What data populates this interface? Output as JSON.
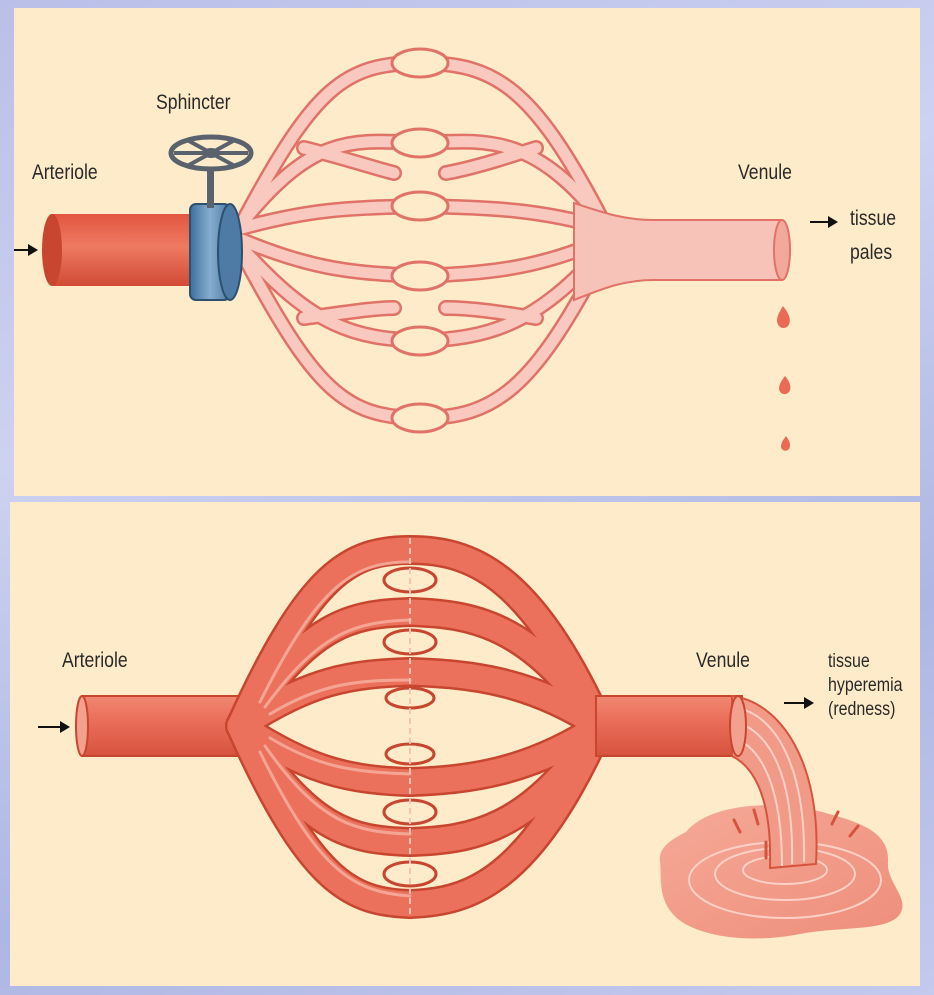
{
  "top_diagram": {
    "sphincter_label": "Sphincter",
    "arteriole_label": "Arteriole",
    "venule_label": "Venule",
    "outcome_line1": "tissue",
    "outcome_line2": "pales"
  },
  "bottom_diagram": {
    "arteriole_label": "Arteriole",
    "venule_label": "Venule",
    "outcome_line1": "tissue",
    "outcome_line2": "hyperemia",
    "outcome_line3": "(redness)"
  },
  "colors": {
    "background": "#fdebc9",
    "constricted_vessel": "#f7c2b8",
    "constricted_outline": "#e07268",
    "arteriole_red": "#e8604a",
    "dilated_vessel": "#ea6a56",
    "dilated_outline": "#c8452f",
    "sphincter_blue": "#5e8db6",
    "valve_gray": "#59626d"
  }
}
